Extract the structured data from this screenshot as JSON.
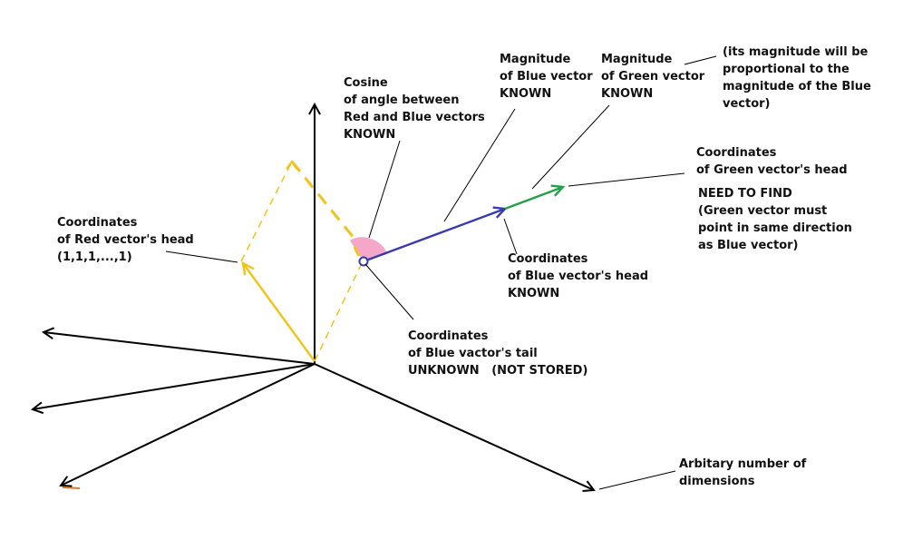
{
  "labels": {
    "cosine": [
      "Cosine",
      "of angle between",
      "Red and Blue vectors",
      "KNOWN"
    ],
    "mag_blue": [
      "Magnitude",
      "of Blue vector",
      "KNOWN"
    ],
    "mag_green": [
      "Magnitude",
      "of Green vector",
      "KNOWN"
    ],
    "proportional_note": [
      "(its magnitude will be",
      "proportional to the",
      "magnitude of the Blue",
      "vector)"
    ],
    "green_head": [
      "Coordinates",
      "of Green vector's head"
    ],
    "need_to_find": [
      "NEED TO FIND",
      "(Green vector must",
      "point in same direction",
      "as Blue vector)"
    ],
    "red_head": [
      "Coordinates",
      "of Red vector's head",
      "(1,1,1,...,1)"
    ],
    "blue_head": [
      "Coordinates",
      "of Blue vector's head",
      "KNOWN"
    ],
    "blue_tail": [
      "Coordinates",
      "of Blue vactor's tail",
      "UNKNOWN   (NOT STORED)"
    ],
    "dimensions": [
      "Arbitary number of",
      "dimensions"
    ]
  },
  "colors": {
    "axis": "#000000",
    "red_vector": "#f2c418",
    "blue_vector": "#3a3ab0",
    "green_vector": "#22a04a",
    "angle_fill": "#f4a7c8",
    "leader": "#000000",
    "tail_marker": "#e07820"
  }
}
